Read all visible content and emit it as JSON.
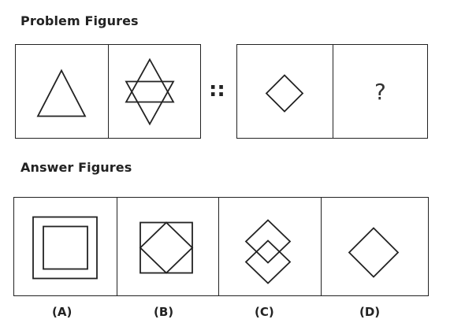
{
  "problem_section": {
    "heading": "Problem Figures",
    "ratio_symbol": "::",
    "unknown_symbol": "?",
    "figures": [
      {
        "shape": "triangle"
      },
      {
        "shape": "six-pointed-star"
      },
      {
        "shape": "diamond"
      },
      {
        "shape": "unknown"
      }
    ]
  },
  "answer_section": {
    "heading": "Answer Figures",
    "options": [
      {
        "label": "(A)",
        "shape": "square-inside-square"
      },
      {
        "label": "(B)",
        "shape": "diamond-inside-square"
      },
      {
        "label": "(C)",
        "shape": "two-overlapping-diamonds"
      },
      {
        "label": "(D)",
        "shape": "diamond"
      }
    ]
  },
  "colors": {
    "line": "#222222",
    "background": "#ffffff"
  }
}
